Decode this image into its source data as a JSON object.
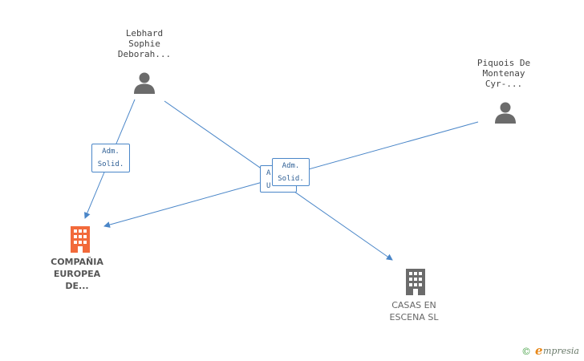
{
  "nodes": {
    "lebhard": {
      "lines": [
        "Lebhard",
        "Sophie",
        "Deborah..."
      ],
      "icon": "person-icon",
      "color": "#6b6b6b"
    },
    "piquois": {
      "lines": [
        "Piquois De",
        "Montenay",
        "Cyr-..."
      ],
      "icon": "person-icon",
      "color": "#6b6b6b"
    },
    "compania": {
      "lines": [
        "COMPAÑIA",
        "EUROPEA",
        "DE..."
      ],
      "icon": "building-icon",
      "color": "#f26a3b"
    },
    "casas": {
      "lines": [
        "CASAS EN",
        "ESCENA SL"
      ],
      "icon": "building-icon",
      "color": "#6b6b6b"
    }
  },
  "edges": [
    {
      "from": "lebhard",
      "to": "compania",
      "badge": [
        "Adm.",
        "Solid."
      ]
    },
    {
      "from": "lebhard",
      "to": "casas",
      "badge_partial": [
        "A",
        "U"
      ]
    },
    {
      "from": "piquois",
      "to": "compania",
      "badge": [
        "Adm.",
        "Solid."
      ]
    }
  ],
  "edge_color": "#4a86c8",
  "brand": {
    "copyright": "©",
    "initial": "e",
    "rest": "mpresia"
  }
}
